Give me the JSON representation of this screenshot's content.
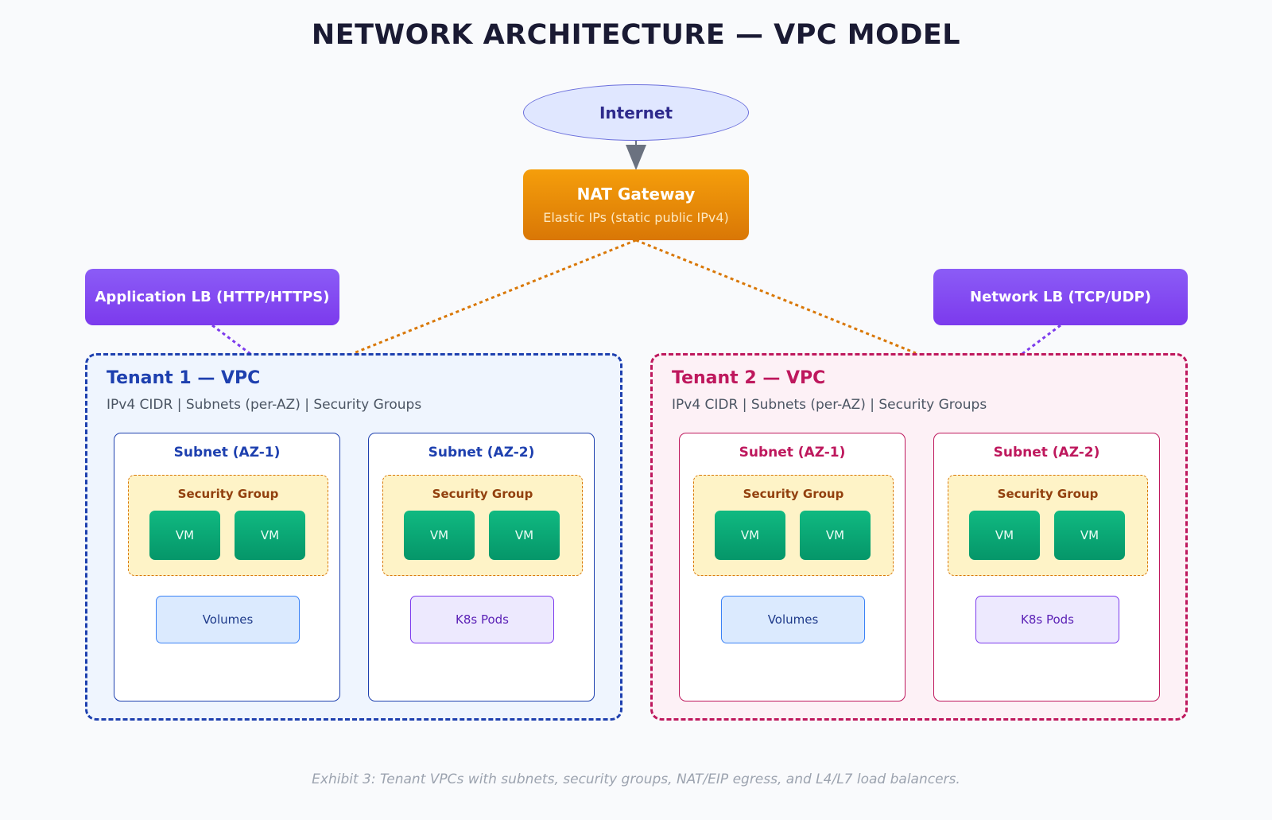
{
  "title": "NETWORK ARCHITECTURE — VPC MODEL",
  "internet": {
    "label": "Internet"
  },
  "nat_gateway": {
    "title": "NAT Gateway",
    "subtitle": "Elastic IPs (static public IPv4)"
  },
  "load_balancers": {
    "application": "Application LB (HTTP/HTTPS)",
    "network": "Network LB (TCP/UDP)"
  },
  "tenants": [
    {
      "title": "Tenant 1 — VPC",
      "subtitle": "IPv4 CIDR | Subnets (per-AZ) | Security Groups",
      "subnets": [
        {
          "title": "Subnet (AZ-1)",
          "security_group": "Security Group",
          "vms": [
            "VM",
            "VM"
          ],
          "storage": "Volumes"
        },
        {
          "title": "Subnet (AZ-2)",
          "security_group": "Security Group",
          "vms": [
            "VM",
            "VM"
          ],
          "storage": "K8s Pods"
        }
      ]
    },
    {
      "title": "Tenant 2 — VPC",
      "subtitle": "IPv4 CIDR | Subnets (per-AZ) | Security Groups",
      "subnets": [
        {
          "title": "Subnet (AZ-1)",
          "security_group": "Security Group",
          "vms": [
            "VM",
            "VM"
          ],
          "storage": "Volumes"
        },
        {
          "title": "Subnet (AZ-2)",
          "security_group": "Security Group",
          "vms": [
            "VM",
            "VM"
          ],
          "storage": "K8s Pods"
        }
      ]
    }
  ],
  "caption": "Exhibit 3: Tenant VPCs with subnets, security groups, NAT/EIP egress, and L4/L7 load balancers.",
  "colors": {
    "tenant_1": "#1e40af",
    "tenant_2": "#be185d",
    "nat": "#d97706",
    "load_balancer": "#7c3aed",
    "vm": "#059669",
    "arrow": "#6b7280"
  }
}
